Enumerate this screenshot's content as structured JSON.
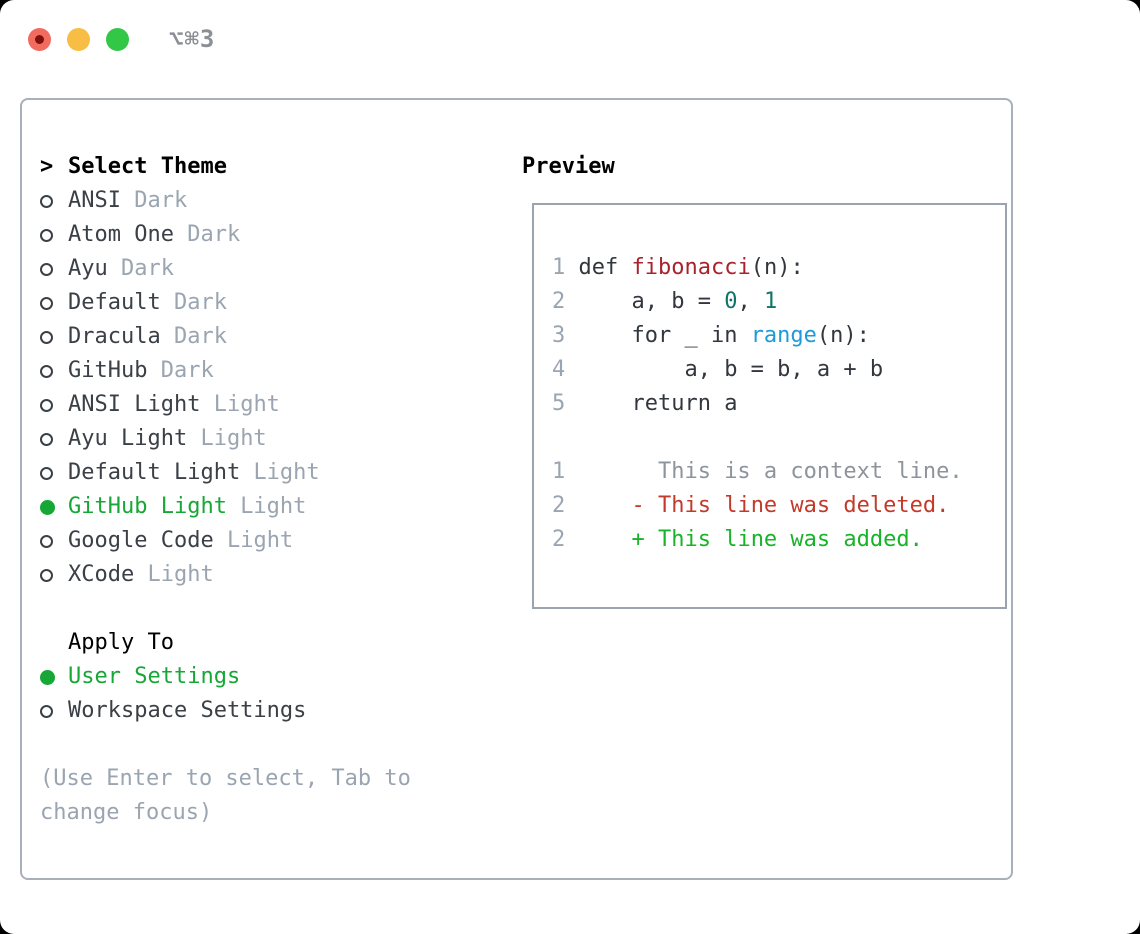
{
  "window": {
    "title": "⌥⌘3",
    "traffic_lights": {
      "close": "close",
      "minimize": "minimize",
      "zoom": "zoom"
    }
  },
  "theme_picker": {
    "header_prefix": ">",
    "header": "Select Theme",
    "items": [
      {
        "name": "ANSI",
        "variant": "Dark",
        "selected": false
      },
      {
        "name": "Atom One",
        "variant": "Dark",
        "selected": false
      },
      {
        "name": "Ayu",
        "variant": "Dark",
        "selected": false
      },
      {
        "name": "Default",
        "variant": "Dark",
        "selected": false
      },
      {
        "name": "Dracula",
        "variant": "Dark",
        "selected": false
      },
      {
        "name": "GitHub",
        "variant": "Dark",
        "selected": false
      },
      {
        "name": "ANSI Light",
        "variant": "Light",
        "selected": false
      },
      {
        "name": "Ayu Light",
        "variant": "Light",
        "selected": false
      },
      {
        "name": "Default Light",
        "variant": "Light",
        "selected": false
      },
      {
        "name": "GitHub Light",
        "variant": "Light",
        "selected": true
      },
      {
        "name": "Google Code",
        "variant": "Light",
        "selected": false
      },
      {
        "name": "XCode",
        "variant": "Light",
        "selected": false
      }
    ],
    "apply_to": {
      "header": "Apply To",
      "options": [
        {
          "label": "User Settings",
          "selected": true
        },
        {
          "label": "Workspace Settings",
          "selected": false
        }
      ]
    },
    "hint": "(Use Enter to select, Tab to change focus)"
  },
  "preview": {
    "header": "Preview",
    "lines": [
      {
        "segments": [
          {
            "text": "1 ",
            "cls": "lineno"
          },
          {
            "text": "def ",
            "cls": "code"
          },
          {
            "text": "fibonacci",
            "cls": "func"
          },
          {
            "text": "(n):",
            "cls": "code"
          }
        ]
      },
      {
        "segments": [
          {
            "text": "2 ",
            "cls": "lineno"
          },
          {
            "text": "    a, b = ",
            "cls": "code"
          },
          {
            "text": "0",
            "cls": "num"
          },
          {
            "text": ", ",
            "cls": "code"
          },
          {
            "text": "1",
            "cls": "num"
          }
        ]
      },
      {
        "segments": [
          {
            "text": "3 ",
            "cls": "lineno"
          },
          {
            "text": "    for _ in ",
            "cls": "code"
          },
          {
            "text": "range",
            "cls": "builtin"
          },
          {
            "text": "(n):",
            "cls": "code"
          }
        ]
      },
      {
        "segments": [
          {
            "text": "4 ",
            "cls": "lineno"
          },
          {
            "text": "        a, b = b, a + b",
            "cls": "code"
          }
        ]
      },
      {
        "segments": [
          {
            "text": "5 ",
            "cls": "lineno"
          },
          {
            "text": "    return a",
            "cls": "code"
          }
        ]
      },
      {
        "segments": []
      },
      {
        "segments": [
          {
            "text": "1",
            "cls": "lineno"
          },
          {
            "text": "       This is a context line.",
            "cls": "context"
          }
        ]
      },
      {
        "segments": [
          {
            "text": "2",
            "cls": "lineno"
          },
          {
            "text": "     ",
            "cls": "code"
          },
          {
            "text": "- This line was deleted.",
            "cls": "del"
          }
        ]
      },
      {
        "segments": [
          {
            "text": "2",
            "cls": "lineno"
          },
          {
            "text": "     ",
            "cls": "code"
          },
          {
            "text": "+ This line was added.",
            "cls": "add"
          }
        ]
      }
    ]
  },
  "colors": {
    "accent_green": "#17a736",
    "item_text": "#3b4047",
    "variant_text": "#9aa5b1",
    "lineno": "#9aa5b1",
    "code_text": "#32373e",
    "func_red": "#a8232e",
    "number_teal": "#0e7568",
    "builtin_blue": "#1e9ad6",
    "diff_context": "#8d949c",
    "diff_deleted": "#c33a2a",
    "diff_added": "#17b427",
    "hint_text": "#9aa5b1",
    "panel_border": "#a9b0ba",
    "preview_border": "#9aa4af",
    "traffic_red": "#f26b5e",
    "traffic_red_dot": "#7c120b",
    "traffic_yellow": "#f7bd45",
    "traffic_green": "#33c748",
    "title_text": "#8b9096",
    "header_text": "#000000"
  }
}
